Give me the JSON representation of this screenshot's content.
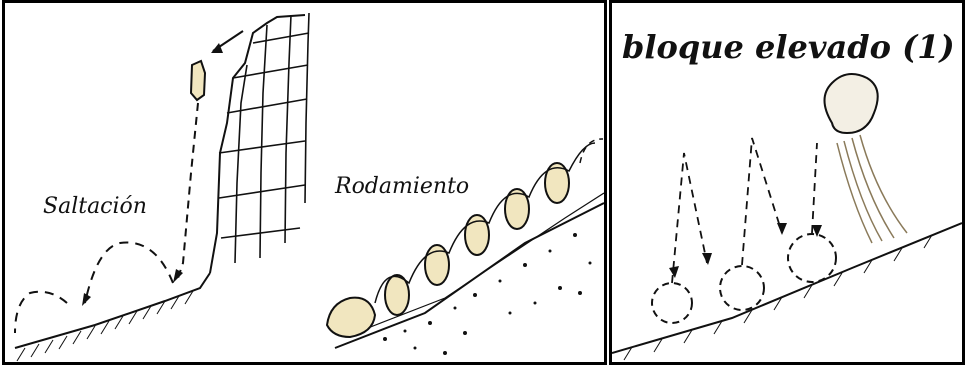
{
  "panels": {
    "left": {
      "saltacion_label": "Saltación",
      "rodamiento_label": "Rodamiento"
    },
    "right": {
      "title": "bloque elevado (1)"
    }
  },
  "colors": {
    "ink": "#111111",
    "boulder_fill": "#f1e6bf",
    "dust": "#8a7a5a"
  }
}
